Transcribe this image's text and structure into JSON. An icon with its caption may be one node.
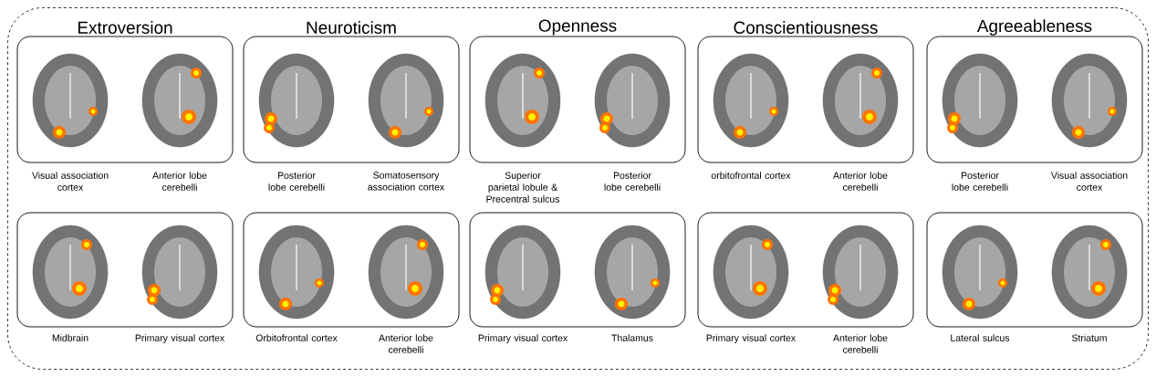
{
  "diagram": {
    "nodes": [
      {
        "text": [],
        "shape": "box"
      },
      {
        "text": [],
        "shape": "box",
        "in": 0
      },
      {
        "text": [],
        "shape": "picture",
        "in": 1,
        "beside": [
          "Visual association cortex"
        ]
      },
      {
        "text": [],
        "shape": "picture",
        "in": 1,
        "beside": [
          "Anterior lobe cerebelli"
        ]
      },
      {
        "text": [],
        "shape": "box",
        "in": 0
      },
      {
        "text": [],
        "shape": "picture",
        "in": 4,
        "beside": [
          "Posterior lobe cerebelli"
        ]
      },
      {
        "text": [],
        "shape": "picture",
        "in": 4,
        "beside": [
          "Somatosensory association cortex"
        ]
      },
      {
        "text": [],
        "shape": "box",
        "in": 0
      },
      {
        "text": [],
        "shape": "picture",
        "in": 7,
        "beside": [
          "Superior parietal lobule & Precentral sulcus"
        ]
      },
      {
        "text": [],
        "shape": "picture",
        "in": 7,
        "beside": [
          "Posterior lobe cerebelli"
        ]
      },
      {
        "text": [],
        "shape": "box",
        "in": 0
      },
      {
        "text": [],
        "shape": "picture",
        "in": 10,
        "beside": [
          "orbitofrontal cortex"
        ]
      },
      {
        "text": [],
        "shape": "picture",
        "in": 10,
        "beside": [
          "Anterior lobe cerebelli"
        ]
      },
      {
        "text": [],
        "shape": "box",
        "in": 0
      },
      {
        "text": [],
        "shape": "picture",
        "in": 13,
        "beside": [
          "Posterior lobe cerebelli"
        ]
      },
      {
        "text": [],
        "shape": "picture",
        "in": 13,
        "beside": [
          "Visual association cortex"
        ]
      },
      {
        "text": [],
        "shape": "box",
        "in": 0
      },
      {
        "text": [],
        "shape": "picture",
        "in": 16,
        "beside": [
          "Midbrain"
        ]
      },
      {
        "text": [],
        "shape": "picture",
        "in": 16,
        "beside": [
          "Primary visual cortex"
        ]
      },
      {
        "text": [],
        "shape": "box",
        "in": 0
      },
      {
        "text": [],
        "shape": "picture",
        "in": 19,
        "beside": [
          "Orbitofrontal cortex"
        ]
      },
      {
        "text": [],
        "shape": "picture",
        "in": 19,
        "beside": [
          "Anterior lobe cerebelli"
        ]
      },
      {
        "text": [],
        "shape": "box",
        "in": 0
      },
      {
        "text": [],
        "shape": "picture",
        "in": 22,
        "beside": [
          "Primary visual cortex"
        ]
      },
      {
        "text": [],
        "shape": "picture",
        "in": 22,
        "beside": [
          "Thalamus"
        ]
      },
      {
        "text": [],
        "shape": "box",
        "in": 0
      },
      {
        "text": [],
        "shape": "picture",
        "in": 25,
        "beside": [
          "Primary visual cortex"
        ]
      },
      {
        "text": [],
        "shape": "picture",
        "in": 25,
        "beside": [
          "Anterior lobe cerebelli"
        ]
      },
      {
        "text": [],
        "shape": "box",
        "in": 0
      },
      {
        "text": [],
        "shape": "picture",
        "in": 28,
        "beside": [
          "Lateral sulcus"
        ]
      },
      {
        "text": [],
        "shape": "picture",
        "in": 28,
        "beside": [
          "Striatum"
        ]
      }
    ],
    "labels": [
      "Extroversion",
      "Neuroticism",
      "Openness",
      "Conscientiousness",
      "Agreeableness"
    ]
  }
}
